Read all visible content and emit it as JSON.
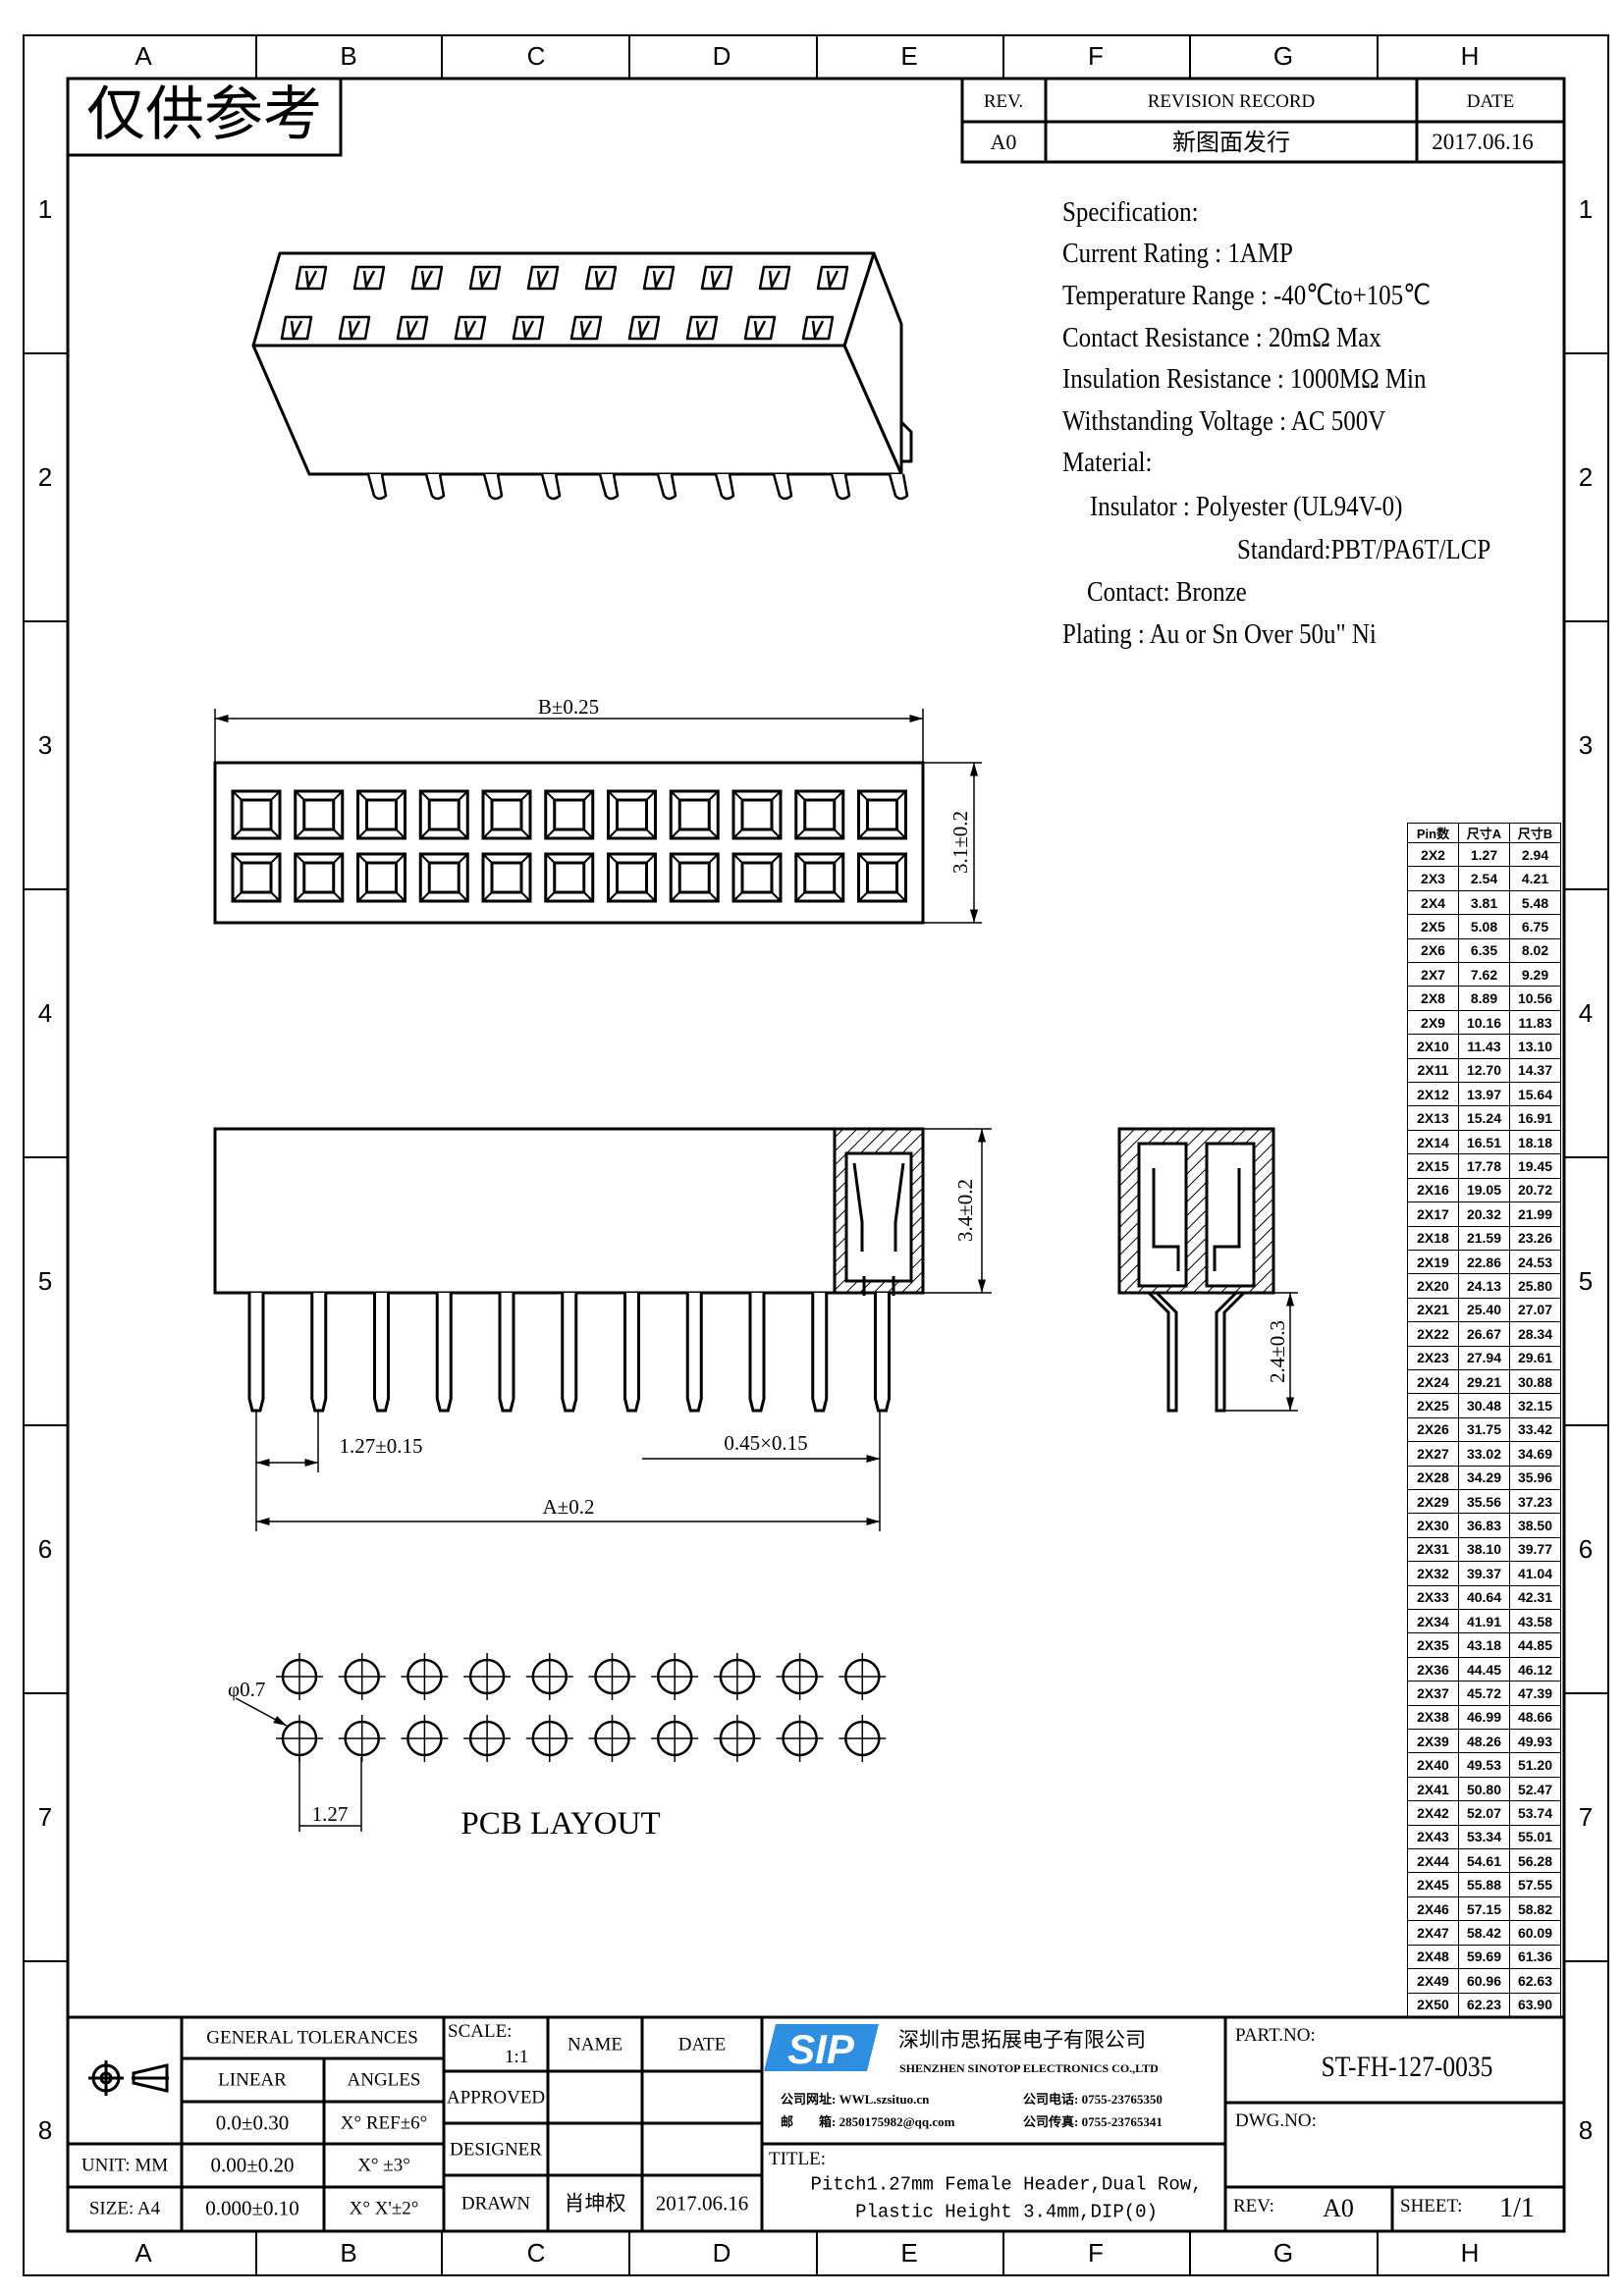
{
  "frame": {
    "columns": [
      "A",
      "B",
      "C",
      "D",
      "E",
      "F",
      "G",
      "H"
    ],
    "rows": [
      "1",
      "2",
      "3",
      "4",
      "5",
      "6",
      "7",
      "8"
    ]
  },
  "watermark_note": "仅供参考",
  "revision": {
    "headers": {
      "rev": "REV.",
      "record": "REVISION RECORD",
      "date": "DATE"
    },
    "entry": {
      "rev": "A0",
      "record": "新图面发行",
      "date": "2017.06.16"
    }
  },
  "specification": {
    "title": "Specification:",
    "current_rating": "Current Rating : 1AMP",
    "temperature_range": "Temperature Range : -40℃to+105℃",
    "contact_resistance": "Contact Resistance : 20mΩ Max",
    "insulation_resistance": "Insulation Resistance : 1000MΩ Min",
    "withstanding_voltage": "Withstanding Voltage : AC 500V",
    "material": "Material:",
    "insulator": "Insulator : Polyester (UL94V-0)",
    "insulator_standard": "Standard:PBT/PA6T/LCP",
    "contact": "Contact: Bronze",
    "plating": "Plating : Au or Sn Over 50u\" Ni"
  },
  "dimensions": {
    "top_length": "B±0.25",
    "top_width": "3.1±0.2",
    "body_height": "3.4±0.2",
    "pitch": "1.27±0.15",
    "pin_size": "0.45×0.15",
    "pin_span": "A±0.2",
    "tail_length": "2.4±0.3",
    "hole_dia": "φ0.7",
    "pcb_pitch": "1.27",
    "pcb_title": "PCB LAYOUT"
  },
  "pin_table": {
    "headers": [
      "Pin数",
      "尺寸A",
      "尺寸B"
    ],
    "rows": [
      [
        "2X2",
        "1.27",
        "2.94"
      ],
      [
        "2X3",
        "2.54",
        "4.21"
      ],
      [
        "2X4",
        "3.81",
        "5.48"
      ],
      [
        "2X5",
        "5.08",
        "6.75"
      ],
      [
        "2X6",
        "6.35",
        "8.02"
      ],
      [
        "2X7",
        "7.62",
        "9.29"
      ],
      [
        "2X8",
        "8.89",
        "10.56"
      ],
      [
        "2X9",
        "10.16",
        "11.83"
      ],
      [
        "2X10",
        "11.43",
        "13.10"
      ],
      [
        "2X11",
        "12.70",
        "14.37"
      ],
      [
        "2X12",
        "13.97",
        "15.64"
      ],
      [
        "2X13",
        "15.24",
        "16.91"
      ],
      [
        "2X14",
        "16.51",
        "18.18"
      ],
      [
        "2X15",
        "17.78",
        "19.45"
      ],
      [
        "2X16",
        "19.05",
        "20.72"
      ],
      [
        "2X17",
        "20.32",
        "21.99"
      ],
      [
        "2X18",
        "21.59",
        "23.26"
      ],
      [
        "2X19",
        "22.86",
        "24.53"
      ],
      [
        "2X20",
        "24.13",
        "25.80"
      ],
      [
        "2X21",
        "25.40",
        "27.07"
      ],
      [
        "2X22",
        "26.67",
        "28.34"
      ],
      [
        "2X23",
        "27.94",
        "29.61"
      ],
      [
        "2X24",
        "29.21",
        "30.88"
      ],
      [
        "2X25",
        "30.48",
        "32.15"
      ],
      [
        "2X26",
        "31.75",
        "33.42"
      ],
      [
        "2X27",
        "33.02",
        "34.69"
      ],
      [
        "2X28",
        "34.29",
        "35.96"
      ],
      [
        "2X29",
        "35.56",
        "37.23"
      ],
      [
        "2X30",
        "36.83",
        "38.50"
      ],
      [
        "2X31",
        "38.10",
        "39.77"
      ],
      [
        "2X32",
        "39.37",
        "41.04"
      ],
      [
        "2X33",
        "40.64",
        "42.31"
      ],
      [
        "2X34",
        "41.91",
        "43.58"
      ],
      [
        "2X35",
        "43.18",
        "44.85"
      ],
      [
        "2X36",
        "44.45",
        "46.12"
      ],
      [
        "2X37",
        "45.72",
        "47.39"
      ],
      [
        "2X38",
        "46.99",
        "48.66"
      ],
      [
        "2X39",
        "48.26",
        "49.93"
      ],
      [
        "2X40",
        "49.53",
        "51.20"
      ],
      [
        "2X41",
        "50.80",
        "52.47"
      ],
      [
        "2X42",
        "52.07",
        "53.74"
      ],
      [
        "2X43",
        "53.34",
        "55.01"
      ],
      [
        "2X44",
        "54.61",
        "56.28"
      ],
      [
        "2X45",
        "55.88",
        "57.55"
      ],
      [
        "2X46",
        "57.15",
        "58.82"
      ],
      [
        "2X47",
        "58.42",
        "60.09"
      ],
      [
        "2X48",
        "59.69",
        "61.36"
      ],
      [
        "2X49",
        "60.96",
        "62.63"
      ],
      [
        "2X50",
        "62.23",
        "63.90"
      ]
    ]
  },
  "title_block": {
    "general_tolerances": "GENERAL TOLERANCES",
    "linear": "LINEAR",
    "angles": "ANGLES",
    "tol_rows": [
      {
        "linear": "0.0±0.30",
        "angle": "X° REF±6°"
      },
      {
        "linear": "0.00±0.20",
        "angle": "X° ±3°"
      },
      {
        "linear": "0.000±0.10",
        "angle": "X° X'±2°"
      }
    ],
    "unit": "UNIT: MM",
    "size": "SIZE: A4",
    "scale_label": "SCALE:",
    "scale_value": "1:1",
    "name_header": "NAME",
    "date_header": "DATE",
    "approved": "APPROVED",
    "designer": "DESIGNER",
    "drawn": "DRAWN",
    "drawn_name": "肖坤权",
    "drawn_date": "2017.06.16",
    "company": {
      "logo_text": "SIP",
      "logo_color": "#2e8fe0",
      "name_cn": "深圳市思拓展电子有限公司",
      "name_en": "SHENZHEN SINOTOP ELECTRONICS CO.,LTD",
      "website_label": "公司网址:",
      "website": "WWL.szsituo.cn",
      "email_label": "邮　　箱:",
      "email": "2850175982@qq.com",
      "phone_label": "公司电话:",
      "phone": "0755-23765350",
      "fax_label": "公司传真:",
      "fax": "0755-23765341"
    },
    "title_label": "TITLE:",
    "title_line1": "Pitch1.27mm Female Header,Dual Row,",
    "title_line2": "Plastic Height 3.4mm,DIP(0)",
    "part_no_label": "PART.NO:",
    "part_no": "ST-FH-127-0035",
    "dwg_no_label": "DWG.NO:",
    "rev_label": "REV:",
    "rev": "A0",
    "sheet_label": "SHEET:",
    "sheet": "1/1"
  }
}
